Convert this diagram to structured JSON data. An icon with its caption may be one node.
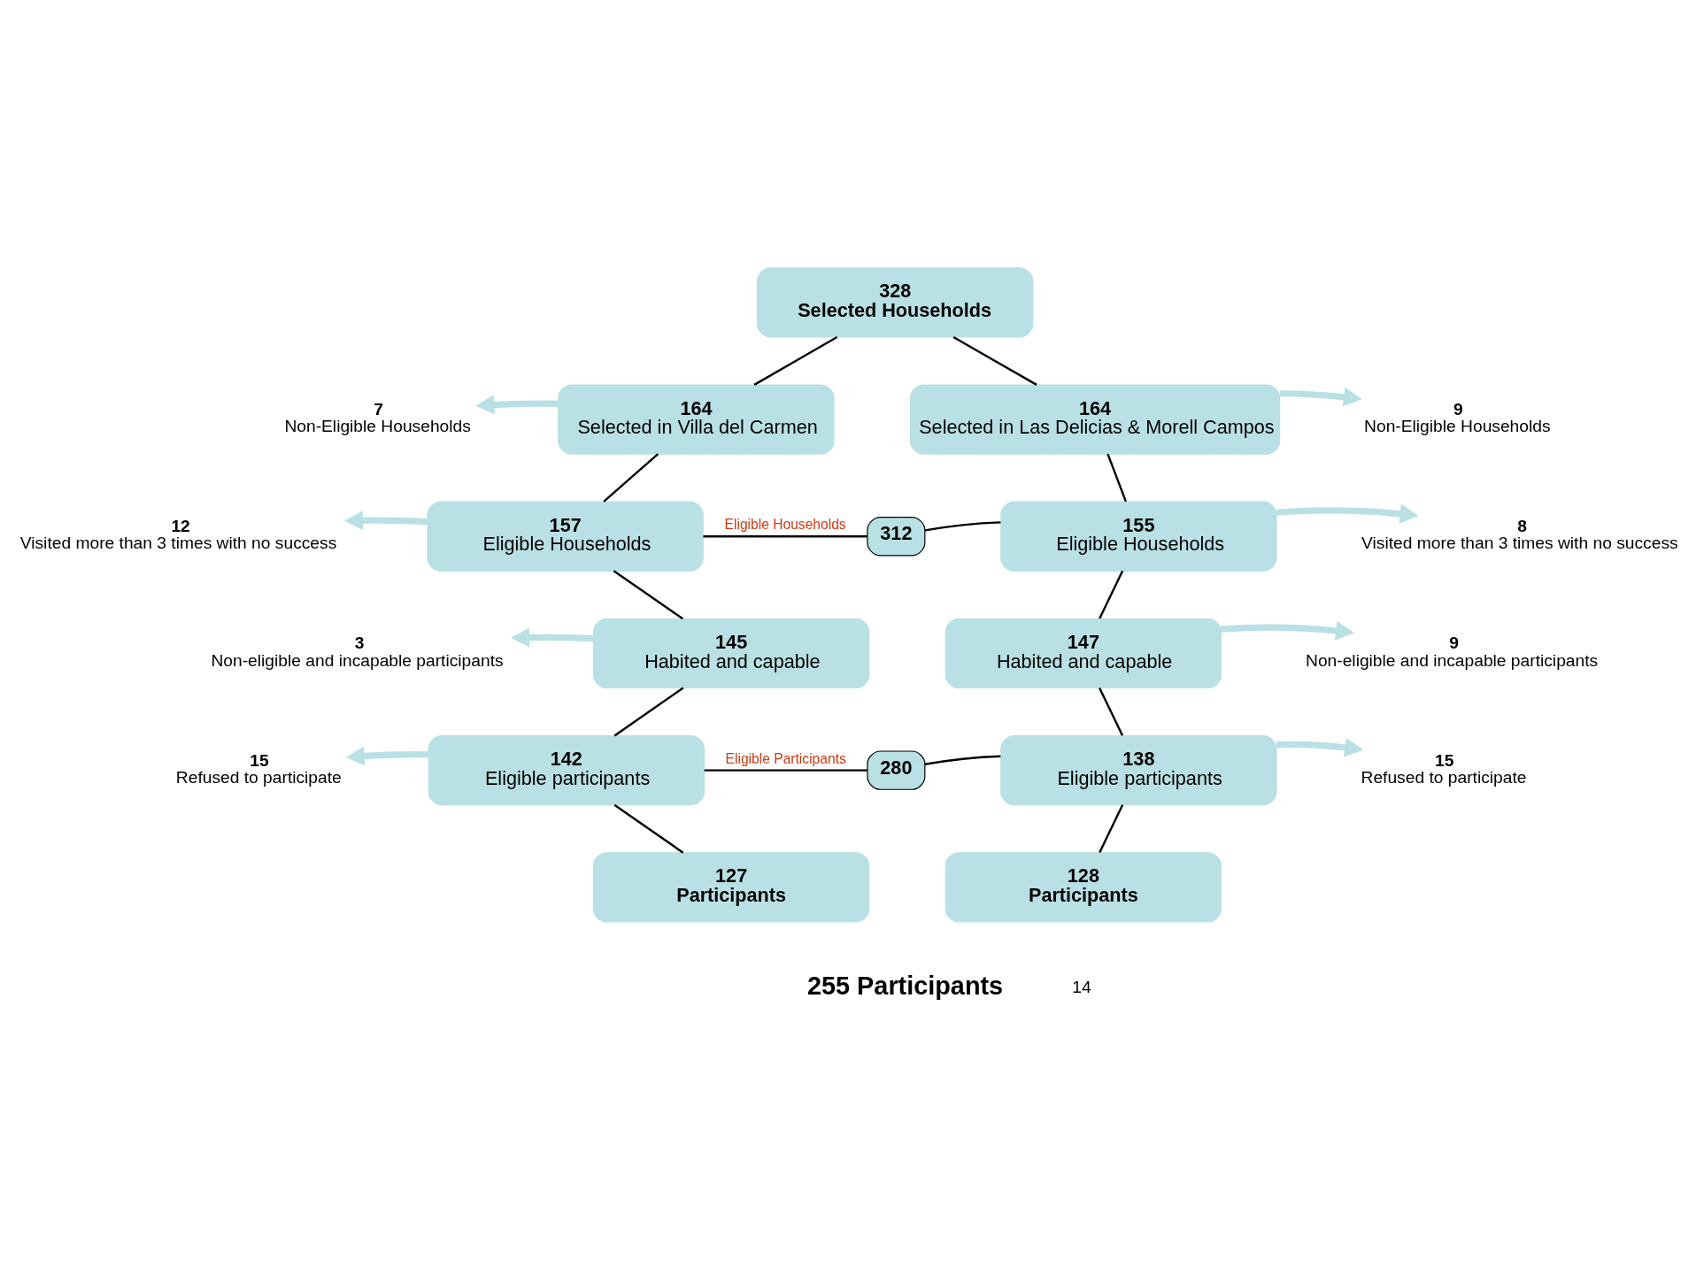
{
  "diagram": {
    "nodes": [
      {
        "text": [
          "328",
          "Selected Households"
        ]
      },
      {
        "text": [
          "164",
          "Selected in Villa del Carmen"
        ]
      },
      {
        "text": [
          "164",
          "Selected in Las Delicias & Morell Campos"
        ]
      },
      {
        "text": [
          "157",
          "Eligible Households"
        ]
      },
      {
        "text": [
          "155",
          "Eligible Households"
        ]
      },
      {
        "text": [
          "145",
          "Habited and capable"
        ]
      },
      {
        "text": [
          "147",
          "Habited and capable"
        ]
      },
      {
        "text": [
          "142",
          "Eligible participants"
        ]
      },
      {
        "text": [
          "138",
          "Eligible participants"
        ]
      },
      {
        "text": [
          "127",
          "Participants"
        ]
      },
      {
        "text": [
          "128",
          "Participants"
        ]
      },
      {
        "text": [
          "7",
          "Non-Eligible Households"
        ]
      },
      {
        "text": [
          "9",
          "Non-Eligible Households"
        ]
      },
      {
        "text": [
          "12",
          "Visited more than 3 times with no success"
        ]
      },
      {
        "text": [
          "8",
          "Visited more than 3 times with no success"
        ]
      },
      {
        "text": [
          "3",
          "Non-eligible and incapable participants"
        ]
      },
      {
        "text": [
          "9",
          "Non-eligible and incapable participants"
        ]
      },
      {
        "text": [
          "15",
          "Refused to participate"
        ]
      },
      {
        "text": [
          "15",
          "Refused to participate"
        ]
      },
      {
        "text": [
          "312"
        ]
      },
      {
        "text": [
          "280"
        ]
      }
    ],
    "edges": [
      {
        "from": 0,
        "to": 1,
        "arrow": "none"
      },
      {
        "from": 0,
        "to": 2,
        "arrow": "none"
      },
      {
        "from": 1,
        "to": 3,
        "arrow": "none"
      },
      {
        "from": 2,
        "to": 4,
        "arrow": "none"
      },
      {
        "from": 3,
        "to": 5,
        "arrow": "none"
      },
      {
        "from": 4,
        "to": 6,
        "arrow": "none"
      },
      {
        "from": 5,
        "to": 7,
        "arrow": "none"
      },
      {
        "from": 6,
        "to": 8,
        "arrow": "none"
      },
      {
        "from": 7,
        "to": 9,
        "arrow": "none"
      },
      {
        "from": 8,
        "to": 10,
        "arrow": "none"
      },
      {
        "from": 1,
        "to": 11,
        "arrow": "to",
        "style": "thick",
        "color": "#b9e0e4"
      },
      {
        "from": 2,
        "to": 12,
        "arrow": "to",
        "style": "thick",
        "color": "#b9e0e4"
      },
      {
        "from": 3,
        "to": 13,
        "arrow": "to",
        "style": "thick",
        "color": "#b9e0e4"
      },
      {
        "from": 4,
        "to": 14,
        "arrow": "to",
        "style": "thick",
        "color": "#b9e0e4"
      },
      {
        "from": 5,
        "to": 15,
        "arrow": "to",
        "style": "thick",
        "color": "#b9e0e4"
      },
      {
        "from": 6,
        "to": 16,
        "arrow": "to",
        "style": "thick",
        "color": "#b9e0e4"
      },
      {
        "from": 7,
        "to": 17,
        "arrow": "to",
        "style": "thick",
        "color": "#b9e0e4"
      },
      {
        "from": 8,
        "to": 18,
        "arrow": "to",
        "style": "thick",
        "color": "#b9e0e4"
      },
      {
        "from": 3,
        "to": 19,
        "arrow": "none",
        "label": "Eligible Households"
      },
      {
        "from": 4,
        "to": 19,
        "arrow": "none"
      },
      {
        "from": 7,
        "to": 20,
        "arrow": "none",
        "label": "Eligible Participants"
      },
      {
        "from": 8,
        "to": 20,
        "arrow": "none"
      }
    ],
    "labels": [
      "255 Participants",
      "14"
    ]
  }
}
